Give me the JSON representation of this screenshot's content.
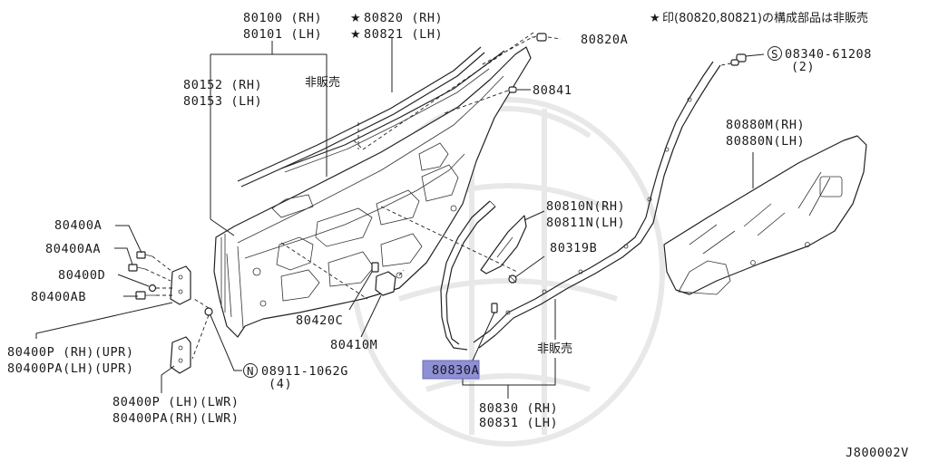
{
  "note": {
    "star": "★",
    "text": "印(80820,80821)の構成部品は非販売"
  },
  "labels": {
    "p80100": "80100 (RH)",
    "p80101": "80101 (LH)",
    "p80820": "80820 (RH)",
    "p80821": "80821 (LH)",
    "p80820A": "80820A",
    "p80152": "80152 (RH)",
    "p80153": "80153 (LH)",
    "hihanbai_top": "非販売",
    "p80841": "80841",
    "p08340_code": "08340-61208",
    "p08340_qty": "(2)",
    "p80880M": "80880M(RH)",
    "p80880N": "80880N(LH)",
    "p80810N": "80810N(RH)",
    "p80811N": "80811N(LH)",
    "p80319B": "80319B",
    "p80400A": "80400A",
    "p80400AA": "80400AA",
    "p80400D": "80400D",
    "p80400AB": "80400AB",
    "p80420C": "80420C",
    "p80410M": "80410M",
    "p80400P_upr": "80400P  (RH)(UPR)",
    "p80400PA_upr": "80400PA(LH)(UPR)",
    "p08911_code": "08911-1062G",
    "p08911_qty": "(4)",
    "p80830A": "80830A",
    "hihanbai_bottom": "非販売",
    "p80400P_lwr": "80400P  (LH)(LWR)",
    "p80400PA_lwr": "80400PA(RH)(LWR)",
    "p80830": "80830 (RH)",
    "p80831": "80831 (LH)",
    "diagram_code": "J800002V"
  },
  "symbols": {
    "star": "★",
    "circle_s": "S",
    "circle_n": "N"
  },
  "highlight": {
    "part": "80830A",
    "color": "#8f8fd6"
  }
}
